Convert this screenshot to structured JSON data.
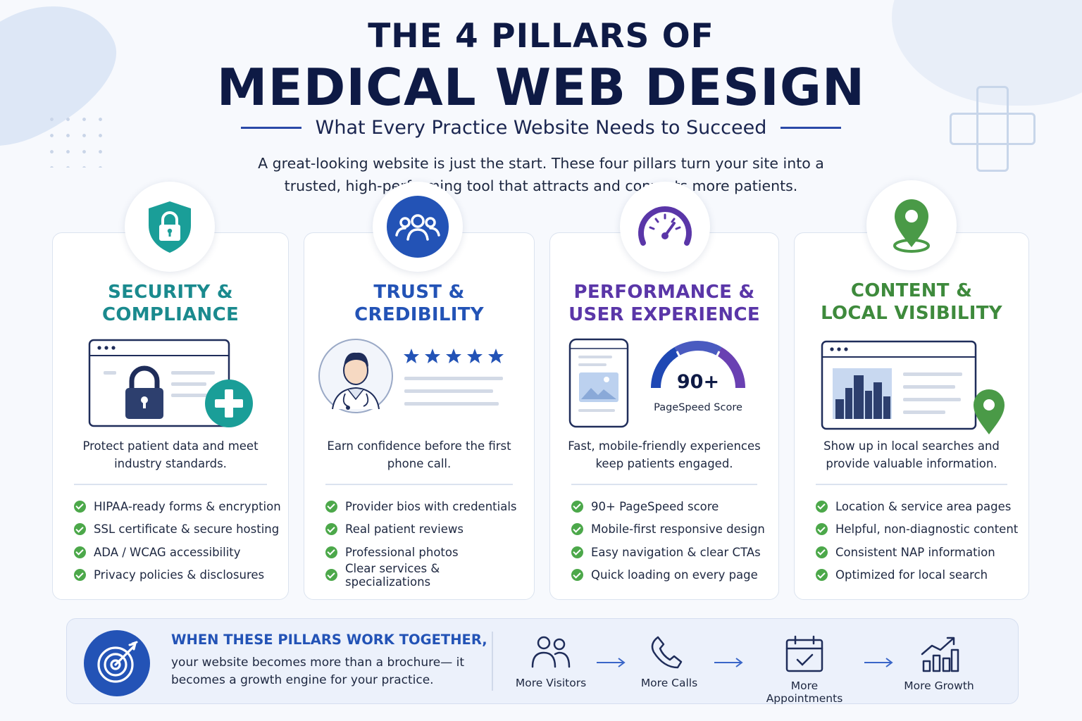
{
  "header": {
    "title_line1": "THE 4 PILLARS OF",
    "title_line2": "MEDICAL WEB DESIGN",
    "subtitle": "What Every Practice Website Needs to Succeed",
    "intro": "A great-looking website is just the start. These four pillars turn your site into a trusted, high-performing tool that attracts and converts more patients."
  },
  "pillars": [
    {
      "title_line1": "SECURITY &",
      "title_line2": "COMPLIANCE",
      "color": "#1a8a8e",
      "icon": "shield-lock-icon",
      "description": "Protect patient data and meet industry standards.",
      "items": [
        "HIPAA-ready forms & encryption",
        "SSL certificate & secure hosting",
        "ADA / WCAG accessibility",
        "Privacy policies & disclosures"
      ]
    },
    {
      "title_line1": "TRUST &",
      "title_line2": "CREDIBILITY",
      "color": "#2353b6",
      "icon": "people-icon",
      "description": "Earn confidence before the first phone call.",
      "items": [
        "Provider bios with credentials",
        "Real patient reviews",
        "Professional photos",
        "Clear services & specializations"
      ]
    },
    {
      "title_line1": "PERFORMANCE &",
      "title_line2": "USER EXPERIENCE",
      "color": "#5a36a8",
      "icon": "speedometer-icon",
      "description": "Fast, mobile-friendly experiences keep patients engaged.",
      "gauge_value": "90+",
      "gauge_label": "PageSpeed Score",
      "items": [
        "90+ PageSpeed score",
        "Mobile-first responsive design",
        "Easy navigation & clear CTAs",
        "Quick loading on every page"
      ]
    },
    {
      "title_line1": "CONTENT &",
      "title_line2": "LOCAL VISIBILITY",
      "color": "#3e8a3c",
      "icon": "map-pin-icon",
      "description": "Show up in local searches and provide valuable information.",
      "items": [
        "Location & service area pages",
        "Helpful, non-diagnostic content",
        "Consistent NAP information",
        "Optimized for local search"
      ]
    }
  ],
  "footer": {
    "heading": "WHEN THESE PILLARS WORK TOGETHER,",
    "text": "your website becomes more than a brochure— it becomes a growth engine for your practice.",
    "steps": [
      {
        "label": "More Visitors",
        "icon": "visitors-icon"
      },
      {
        "label": "More Calls",
        "icon": "phone-icon"
      },
      {
        "label": "More Appointments",
        "icon": "calendar-check-icon"
      },
      {
        "label": "More Growth",
        "icon": "growth-chart-icon"
      }
    ]
  },
  "colors": {
    "navy": "#0e1a45",
    "teal": "#1a8a8e",
    "blue": "#2353b6",
    "purple": "#5a36a8",
    "green": "#3e8a3c",
    "check_green": "#4ca84a"
  }
}
